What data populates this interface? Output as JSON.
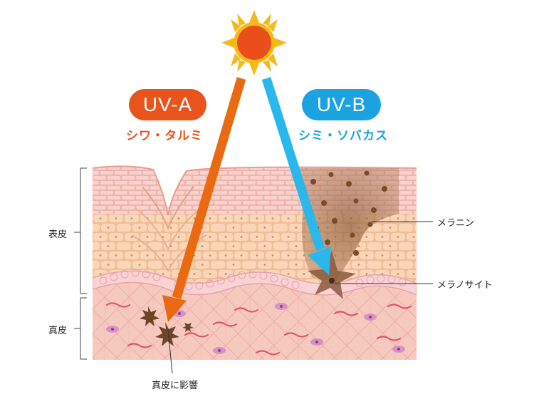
{
  "labels": {
    "uva": "UV-A",
    "uva_effect": "シワ・タルミ",
    "uvb": "UV-B",
    "uvb_effect": "シミ・ソバカス",
    "epidermis": "表皮",
    "dermis": "真皮",
    "melanin": "メラニン",
    "melanocyte": "メラノサイト",
    "dermis_effect": "真皮に影響"
  },
  "colors": {
    "uva": "#e8541b",
    "uva_arrow": "#ea6a12",
    "uvb": "#1aa3e0",
    "uvb_arrow": "#2ab8ec",
    "sun_core": "#e94e1b",
    "sun_rays": "#f6b91a",
    "stratum_corneum": "#f0b4ad",
    "epidermis_cells": "#f4c8a6",
    "basal_cells": "#f9d2d4",
    "dermis": "#f6c7bd",
    "melanin": "#7b4a2a"
  }
}
